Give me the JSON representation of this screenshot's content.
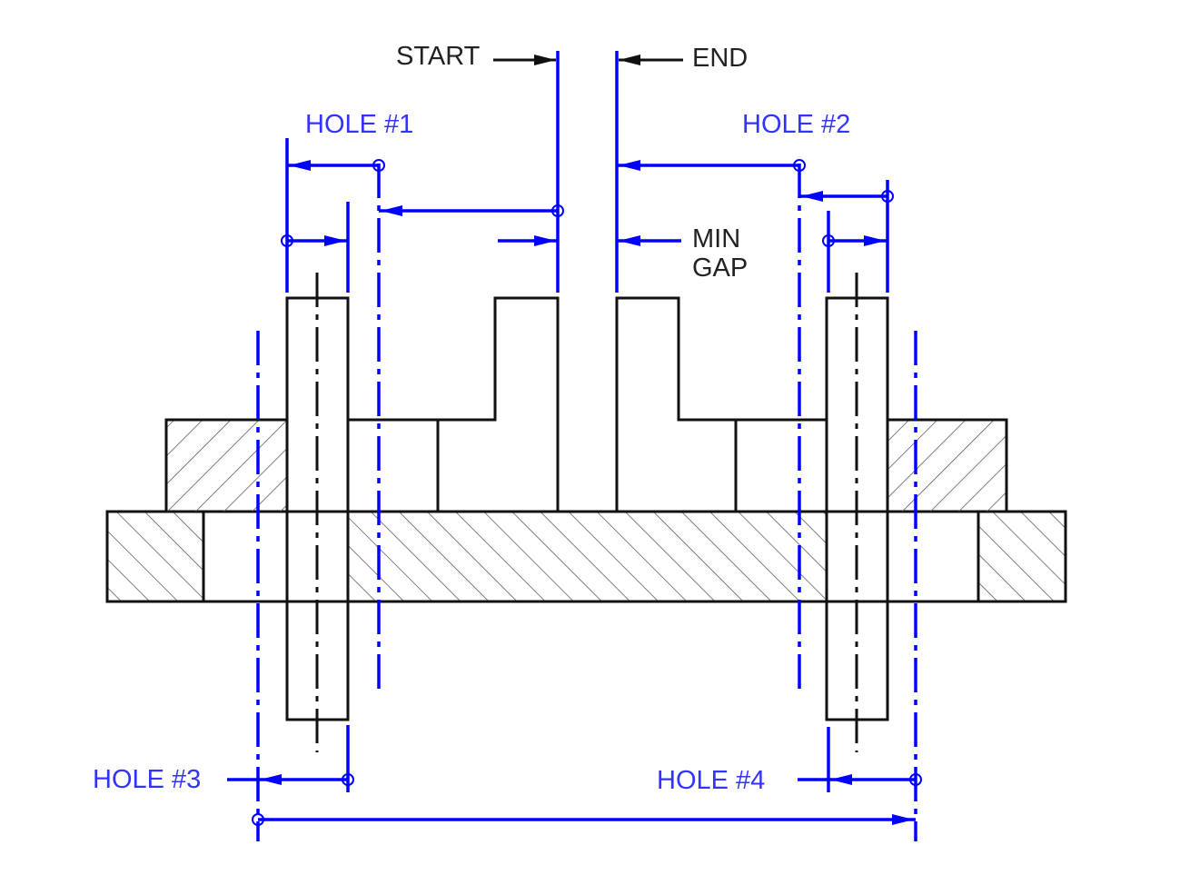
{
  "labels": {
    "start": "START",
    "end": "END",
    "hole1": "HOLE #1",
    "hole2": "HOLE #2",
    "hole3": "HOLE #3",
    "hole4": "HOLE #4",
    "min": "MIN",
    "gap": "GAP"
  },
  "colors": {
    "dimension": "#0000ff",
    "object": "#111111"
  }
}
